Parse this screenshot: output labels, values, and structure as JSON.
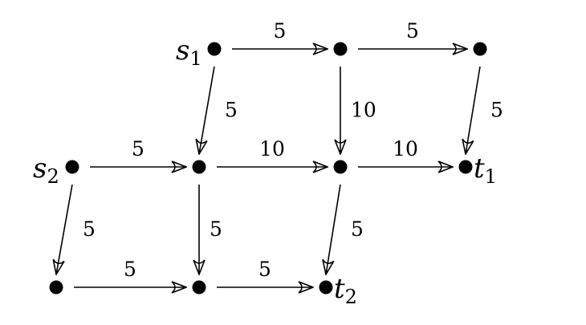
{
  "nodes": [
    {
      "id": "s1",
      "label_main": "s",
      "label_sub": "1"
    },
    {
      "id": "a",
      "label_main": "",
      "label_sub": ""
    },
    {
      "id": "b",
      "label_main": "",
      "label_sub": ""
    },
    {
      "id": "s2",
      "label_main": "s",
      "label_sub": "2"
    },
    {
      "id": "c",
      "label_main": "",
      "label_sub": ""
    },
    {
      "id": "d",
      "label_main": "",
      "label_sub": ""
    },
    {
      "id": "t1",
      "label_main": "t",
      "label_sub": "1"
    },
    {
      "id": "e",
      "label_main": "",
      "label_sub": ""
    },
    {
      "id": "f",
      "label_main": "",
      "label_sub": ""
    },
    {
      "id": "t2",
      "label_main": "t",
      "label_sub": "2"
    }
  ],
  "edges": [
    {
      "from": "s1",
      "to": "a",
      "weight": "5"
    },
    {
      "from": "a",
      "to": "b",
      "weight": "5"
    },
    {
      "from": "s1",
      "to": "c",
      "weight": "5"
    },
    {
      "from": "a",
      "to": "d",
      "weight": "10"
    },
    {
      "from": "b",
      "to": "t1",
      "weight": "5"
    },
    {
      "from": "s2",
      "to": "c",
      "weight": "5"
    },
    {
      "from": "c",
      "to": "d",
      "weight": "10"
    },
    {
      "from": "d",
      "to": "t1",
      "weight": "10"
    },
    {
      "from": "s2",
      "to": "e",
      "weight": "5"
    },
    {
      "from": "c",
      "to": "f",
      "weight": "5"
    },
    {
      "from": "d",
      "to": "t2",
      "weight": "5"
    },
    {
      "from": "e",
      "to": "f",
      "weight": "5"
    },
    {
      "from": "f",
      "to": "t2",
      "weight": "5"
    }
  ]
}
